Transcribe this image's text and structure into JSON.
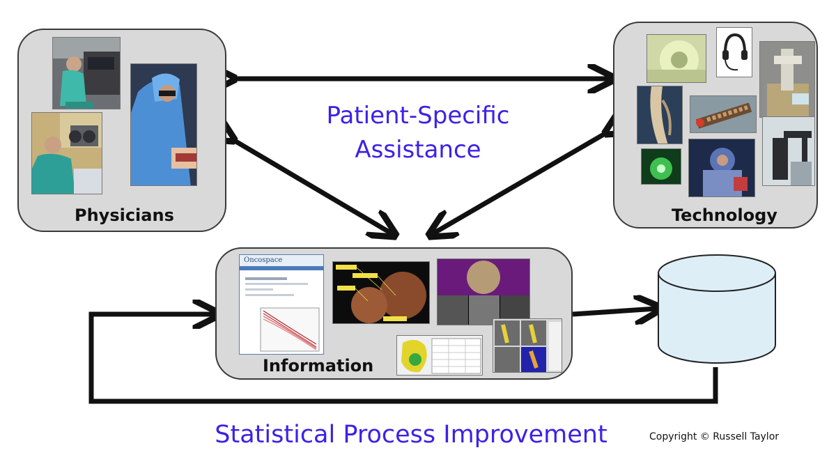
{
  "center_text": {
    "line1": "Patient-Specific",
    "line2": "Assistance"
  },
  "bottom_text": "Statistical Process Improvement",
  "copyright": "Copyright © Russell Taylor",
  "boxes": {
    "physicians": {
      "label": "Physicians"
    },
    "technology": {
      "label": "Technology"
    },
    "information": {
      "label": "Information"
    }
  },
  "info_screens": {
    "oncospace_title": "Oncospace"
  },
  "colors": {
    "headline": "#3c22e6",
    "box_fill": "#d9d9d9",
    "arrow": "#111111",
    "database_fill": "#ddeef7"
  }
}
